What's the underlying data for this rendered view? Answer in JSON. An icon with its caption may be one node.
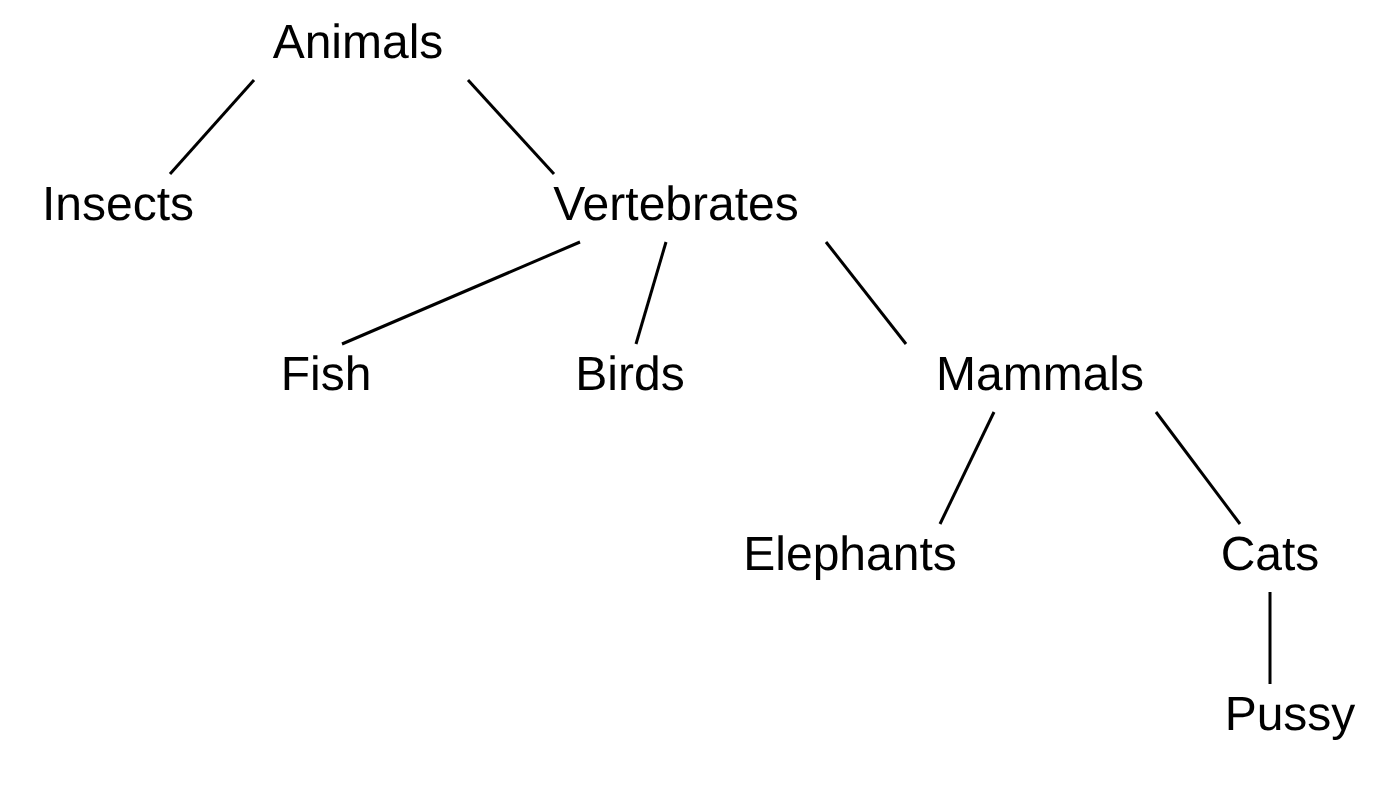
{
  "diagram": {
    "nodes": [
      {
        "text": [
          "Animals"
        ]
      },
      {
        "text": [
          "Insects"
        ]
      },
      {
        "text": [
          "Vertebrates"
        ]
      },
      {
        "text": [
          "Fish"
        ]
      },
      {
        "text": [
          "Birds"
        ]
      },
      {
        "text": [
          "Mammals"
        ]
      },
      {
        "text": [
          "Elephants"
        ]
      },
      {
        "text": [
          "Cats"
        ]
      },
      {
        "text": [
          "Pussy"
        ]
      }
    ],
    "edges": [
      {
        "from": 0,
        "to": 1,
        "arrow": "none"
      },
      {
        "from": 0,
        "to": 2,
        "arrow": "none"
      },
      {
        "from": 2,
        "to": 3,
        "arrow": "none"
      },
      {
        "from": 2,
        "to": 4,
        "arrow": "none"
      },
      {
        "from": 2,
        "to": 5,
        "arrow": "none"
      },
      {
        "from": 5,
        "to": 6,
        "arrow": "none"
      },
      {
        "from": 5,
        "to": 7,
        "arrow": "none"
      },
      {
        "from": 7,
        "to": 8,
        "arrow": "none"
      }
    ]
  }
}
